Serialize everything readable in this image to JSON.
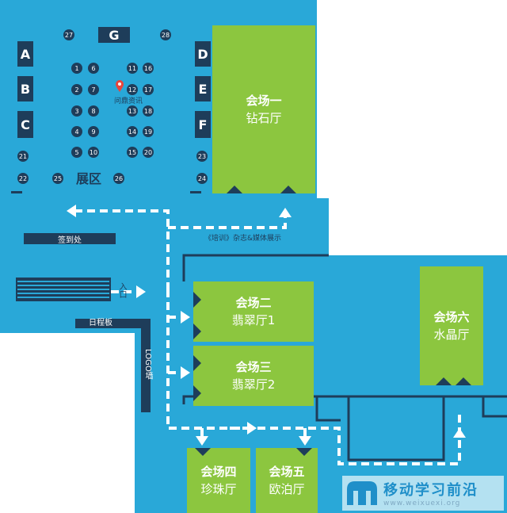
{
  "colors": {
    "floor": "#29a8d8",
    "venue": "#8cc63f",
    "navy": "#1e3d5a",
    "white": "#ffffff"
  },
  "booth_letters": [
    "A",
    "B",
    "C",
    "D",
    "E",
    "F",
    "G"
  ],
  "booth_numbers": [
    "1",
    "2",
    "3",
    "4",
    "5",
    "6",
    "7",
    "8",
    "9",
    "10",
    "11",
    "12",
    "13",
    "14",
    "15",
    "16",
    "17",
    "18",
    "19",
    "20",
    "21",
    "22",
    "23",
    "24",
    "25",
    "26",
    "27",
    "28"
  ],
  "exhibition_area": "展区",
  "pin_label": "问鼎资讯",
  "venues": {
    "hall1": {
      "title": "会场一",
      "name": "钻石厅"
    },
    "hall2": {
      "title": "会场二",
      "name": "翡翠厅1"
    },
    "hall3": {
      "title": "会场三",
      "name": "翡翠厅2"
    },
    "hall4": {
      "title": "会场四",
      "name": "珍珠厅"
    },
    "hall5": {
      "title": "会场五",
      "name": "欧泊厅"
    },
    "hall6": {
      "title": "会场六",
      "name": "水晶厅"
    }
  },
  "labels": {
    "checkin": "签到处",
    "media": "《培训》杂志&媒体展示",
    "entrance": "入口",
    "schedule": "日程板",
    "logo_wall": "LOGO墙"
  },
  "watermark": {
    "name": "移动学习前沿",
    "url": "www.weixuexi.org"
  }
}
